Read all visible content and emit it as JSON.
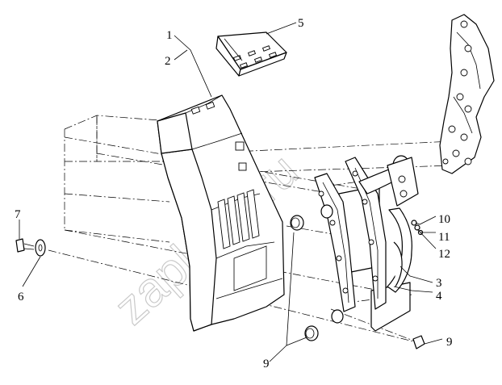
{
  "watermark": "zapkam.ru",
  "corner_mark": "",
  "callouts": {
    "c1": "1",
    "c2": "2",
    "c3": "3",
    "c4": "4",
    "c5": "5",
    "c6": "6",
    "c7": "7",
    "c9a": "9",
    "c9b": "9",
    "c10": "10",
    "c11": "11",
    "c12": "12"
  }
}
